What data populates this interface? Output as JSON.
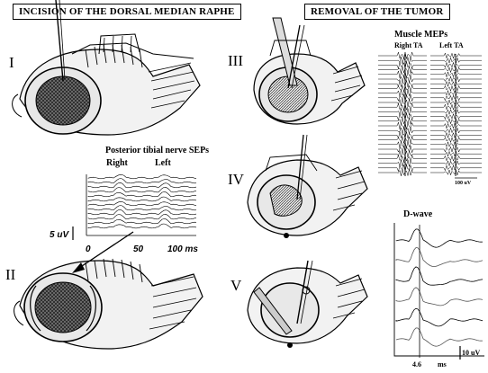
{
  "panels": {
    "left_title": "INCISION OF THE DORSAL MEDIAN RAPHE",
    "right_title": "REMOVAL OF THE TUMOR"
  },
  "steps": {
    "I": "I",
    "II": "II",
    "III": "III",
    "IV": "IV",
    "V": "V"
  },
  "seps": {
    "title": "Posterior tibial nerve SEPs",
    "right": "Right",
    "left": "Left",
    "scale": "5 uV",
    "x_ticks": [
      "0",
      "50",
      "100 ms"
    ]
  },
  "meps": {
    "title": "Muscle MEPs",
    "right": "Right TA",
    "left": "Left TA",
    "scale": "100 uV"
  },
  "dwave": {
    "title": "D-wave",
    "scale": "10 uV",
    "latency": "4.6",
    "unit": "ms"
  }
}
